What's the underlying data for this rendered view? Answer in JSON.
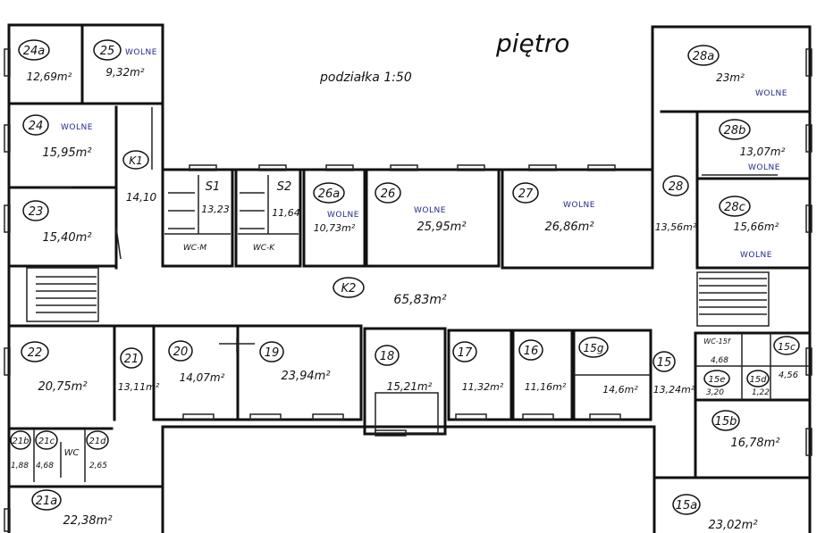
{
  "plan": {
    "title": "piętro",
    "scale": "podziałka 1:50",
    "free_label": "WOLNE",
    "colors": {
      "ink": "#111111",
      "free_ink": "#1e2a8c",
      "paper": "#ffffff"
    }
  },
  "rooms": {
    "r24a": {
      "num": "24a",
      "area": "12,69m²"
    },
    "r25": {
      "num": "25",
      "area": "9,32m²"
    },
    "r24": {
      "num": "24",
      "area": "15,95m²"
    },
    "k1": {
      "num": "K1",
      "area": "14,10"
    },
    "r23": {
      "num": "23",
      "area": "15,40m²"
    },
    "s1": {
      "num": "S1",
      "area": "13,23"
    },
    "s2": {
      "num": "S2",
      "area": "11,64"
    },
    "wcm": {
      "num": "WC-M"
    },
    "wck": {
      "num": "WC-K"
    },
    "r26a": {
      "num": "26a",
      "area": "10,73m²"
    },
    "r26": {
      "num": "26",
      "area": "25,95m²"
    },
    "r27": {
      "num": "27",
      "area": "26,86m²"
    },
    "r28": {
      "num": "28",
      "area": "13,56m²"
    },
    "r28a": {
      "num": "28a",
      "area": "23m²"
    },
    "r28b": {
      "num": "28b",
      "area": "13,07m²"
    },
    "r28c": {
      "num": "28c",
      "area": "15,66m²"
    },
    "k2": {
      "num": "K2",
      "area": "65,83m²"
    },
    "r22": {
      "num": "22",
      "area": "20,75m²"
    },
    "r21": {
      "num": "21",
      "area": "13,11m²"
    },
    "r20": {
      "num": "20",
      "area": "14,07m²"
    },
    "r19": {
      "num": "19",
      "area": "23,94m²"
    },
    "r18": {
      "num": "18",
      "area": "15,21m²"
    },
    "r17": {
      "num": "17",
      "area": "11,32m²"
    },
    "r16": {
      "num": "16",
      "area": "11,16m²"
    },
    "r15g": {
      "num": "15g",
      "area": "14,6m²"
    },
    "r15": {
      "num": "15",
      "area": "13,24m²"
    },
    "r15f": {
      "num": "WC-15f",
      "area": "4,68"
    },
    "r15c": {
      "num": "15c",
      "area": "4,56"
    },
    "r15e": {
      "num": "15e",
      "area": "3,20"
    },
    "r15d": {
      "num": "15d",
      "area": "1,22"
    },
    "r15b": {
      "num": "15b",
      "area": "16,78m²"
    },
    "r15a": {
      "num": "15a",
      "area": "23,02m²"
    },
    "r21b": {
      "num": "21b",
      "area": "1,88"
    },
    "r21c": {
      "num": "21c",
      "area": "4,68"
    },
    "wc": {
      "num": "WC"
    },
    "r21d": {
      "num": "21d",
      "area": "2,65"
    },
    "r21a": {
      "num": "21a",
      "area": "22,38m²"
    }
  }
}
